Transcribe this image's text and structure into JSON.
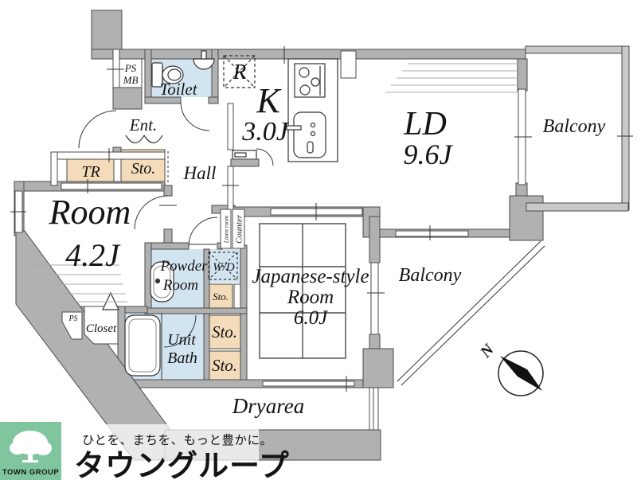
{
  "plan": {
    "rooms": {
      "toilet": "Toilet",
      "ps_top1": "PS",
      "ps_top2": "MB",
      "ent": "Ent.",
      "tr": "TR",
      "sto_ent": "Sto.",
      "hall": "Hall",
      "fridge": "R",
      "kitchen": "K",
      "kitchen_size": "3.0J",
      "ld": "LD",
      "ld_size": "9.6J",
      "balcony_east": "Balcony",
      "balcony_south": "Balcony",
      "room": "Room",
      "room_size": "4.2J",
      "powder1": "Powder",
      "powder2": "Room",
      "wd": "W/D",
      "linen": "Linen room",
      "counter": "Counter",
      "sto_small": "Sto.",
      "sto_mid": "Sto.",
      "sto_low": "Sto.",
      "bath1": "Unit",
      "bath2": "Bath",
      "closet": "Closet",
      "ps_south": "PS",
      "jp1": "Japanese-style",
      "jp2": "Room",
      "jp3": "6.0J",
      "dryarea": "Dryarea",
      "north": "N"
    },
    "logo": {
      "badge": "TOWN GROUP",
      "tagline": "ひとを、まちを、もっと豊かに。",
      "brand": "タウングループ"
    },
    "colors": {
      "wall": "#b1b1b1",
      "wall_outline": "#4a4a4a",
      "wet_room_blue": "#d3e4f1",
      "storage_tan": "#f4dcba",
      "balcony_wall": "#c9c9c9",
      "brand_green_box": "#7fc69f",
      "brand_green_text": "#82cba6",
      "brand_green_tagline": "#55b583"
    }
  }
}
